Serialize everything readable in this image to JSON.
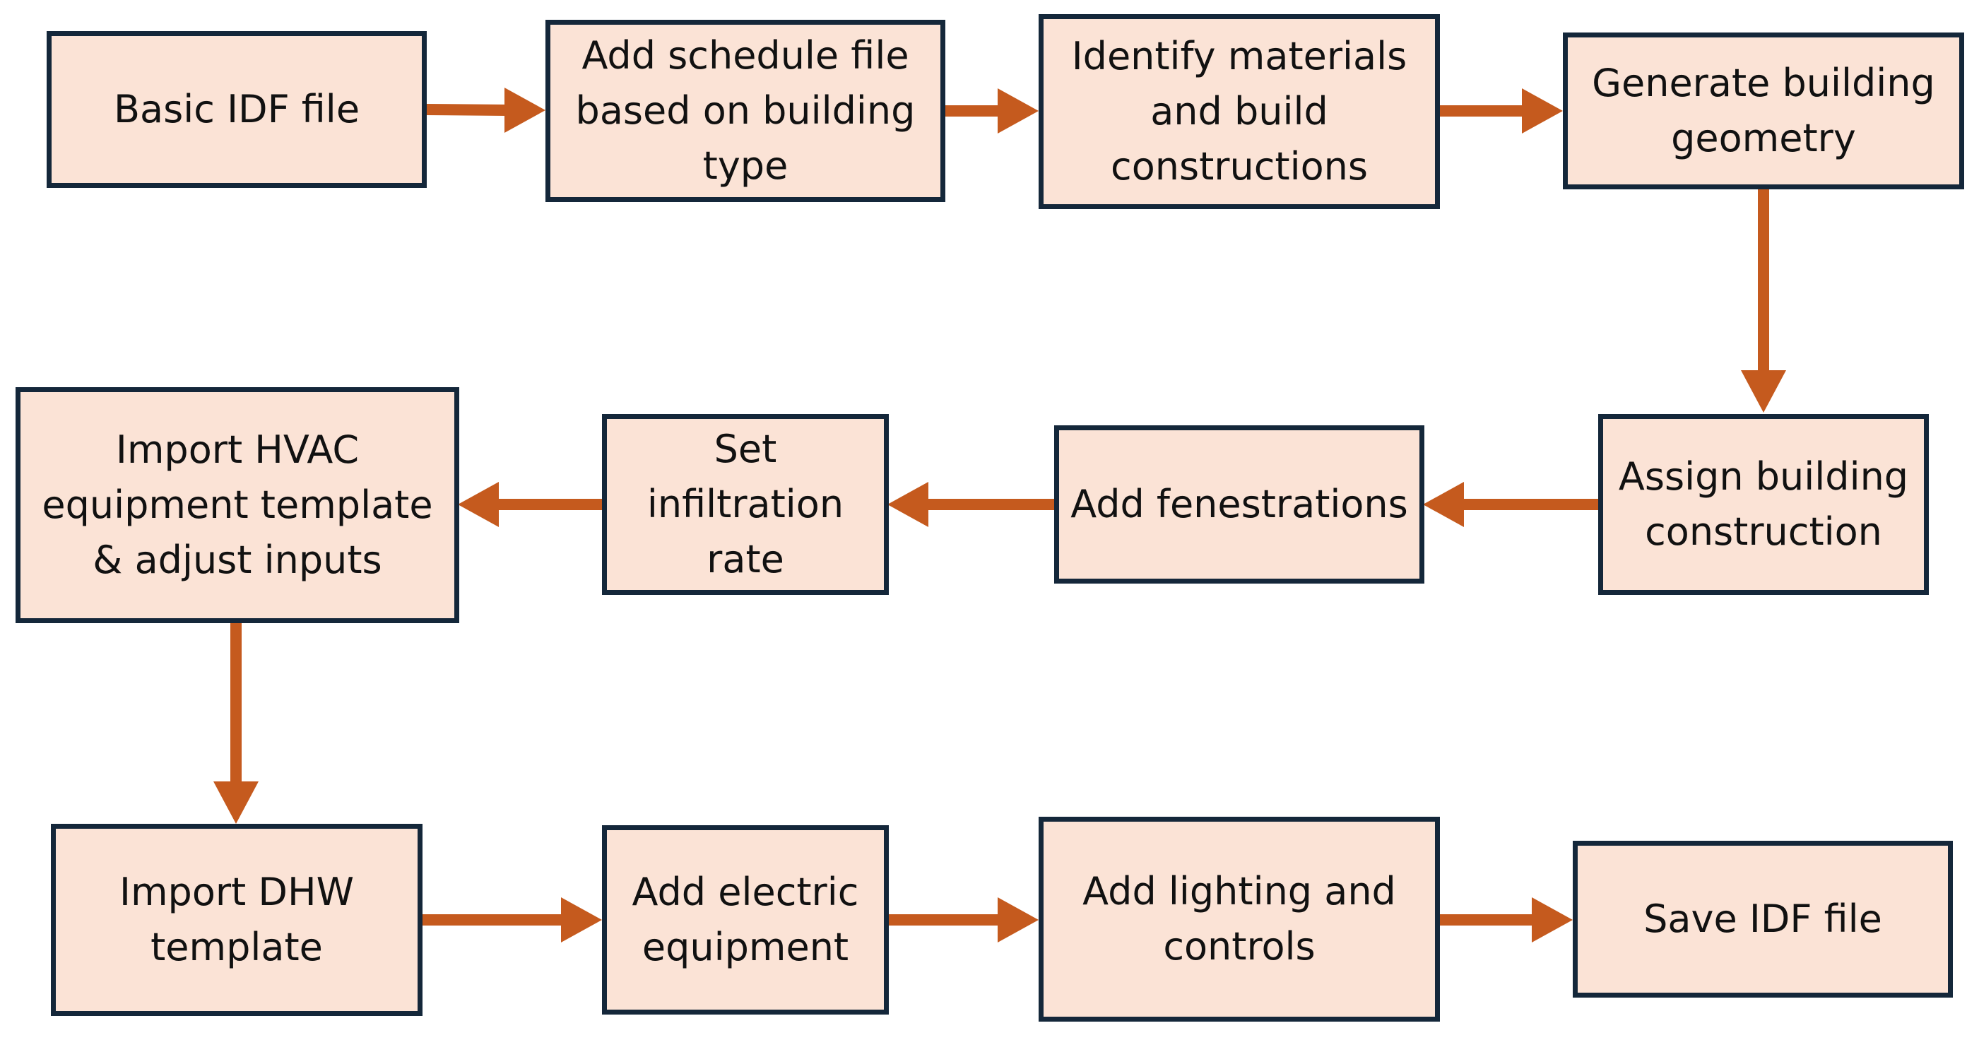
{
  "colors": {
    "box_fill": "#fbe3d6",
    "box_border": "#14273a",
    "arrow": "#c55a1e",
    "text": "#111111"
  },
  "steps": [
    {
      "id": "basic-idf-file",
      "label": "Basic IDF file"
    },
    {
      "id": "add-schedule-file",
      "label": "Add schedule file based on building type"
    },
    {
      "id": "identify-materials",
      "label": "Identify materials and build constructions"
    },
    {
      "id": "generate-geometry",
      "label": "Generate building geometry"
    },
    {
      "id": "assign-construction",
      "label": "Assign building construction"
    },
    {
      "id": "add-fenestrations",
      "label": "Add fenestrations"
    },
    {
      "id": "set-infiltration",
      "label": "Set infiltration rate"
    },
    {
      "id": "import-hvac",
      "label": "Import HVAC equipment template & adjust inputs"
    },
    {
      "id": "import-dhw",
      "label": "Import DHW template"
    },
    {
      "id": "add-electric",
      "label": "Add electric equipment"
    },
    {
      "id": "add-lighting",
      "label": "Add lighting and controls"
    },
    {
      "id": "save-idf-file",
      "label": "Save IDF file"
    }
  ],
  "flow": [
    [
      "basic-idf-file",
      "add-schedule-file"
    ],
    [
      "add-schedule-file",
      "identify-materials"
    ],
    [
      "identify-materials",
      "generate-geometry"
    ],
    [
      "generate-geometry",
      "assign-construction"
    ],
    [
      "assign-construction",
      "add-fenestrations"
    ],
    [
      "add-fenestrations",
      "set-infiltration"
    ],
    [
      "set-infiltration",
      "import-hvac"
    ],
    [
      "import-hvac",
      "import-dhw"
    ],
    [
      "import-dhw",
      "add-electric"
    ],
    [
      "add-electric",
      "add-lighting"
    ],
    [
      "add-lighting",
      "save-idf-file"
    ]
  ]
}
